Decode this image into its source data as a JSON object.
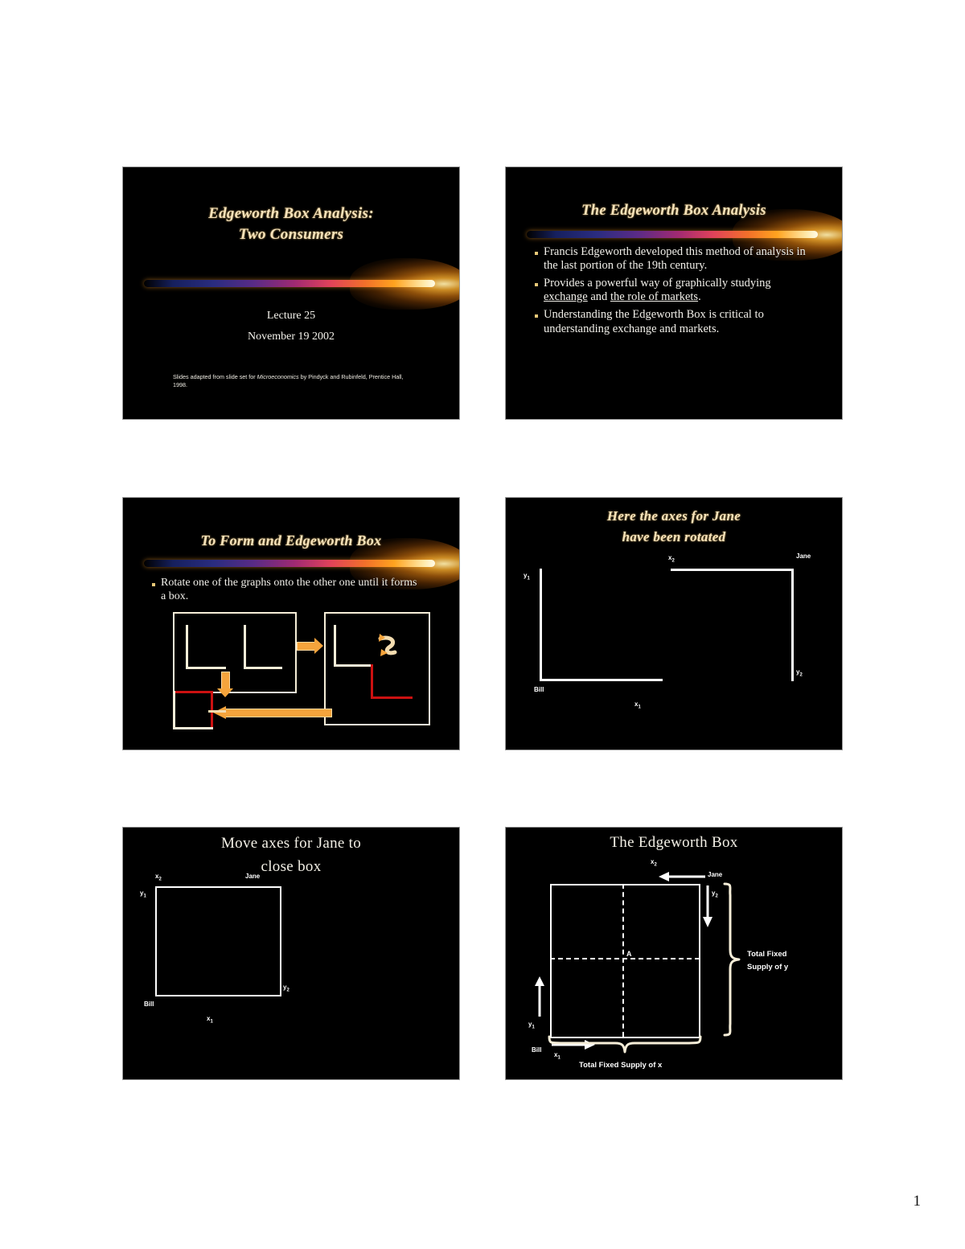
{
  "document": {
    "page_number": "1"
  },
  "slides": [
    {
      "id": "title-slide",
      "title_line1": "Edgeworth Box Analysis:",
      "title_line2": "Two Consumers",
      "lecture": "Lecture 25",
      "date": "November 19 2002",
      "credit_pre": "Slides adapted from slide set for ",
      "credit_italic": "Microeconomics",
      "credit_post": " by Pindyck and Rubinfeld, Prentice Hall, 1998."
    },
    {
      "id": "edgeworth-box-analysis",
      "title": "The Edgeworth Box Analysis",
      "bullets": [
        {
          "text": "Francis Edgeworth developed this method of analysis in the last portion of the 19th century."
        },
        {
          "pre": "Provides a powerful way of graphically studying ",
          "u1": "exchange",
          "mid": " and ",
          "u2": "the role of markets",
          "post": "."
        },
        {
          "text": "Understanding the Edgeworth Box is critical to understanding exchange and markets."
        }
      ]
    },
    {
      "id": "to-form-edgeworth-box",
      "title": "To Form and Edgeworth Box",
      "bullets": [
        {
          "text": "Rotate one of the graphs onto the other one until it forms a box."
        }
      ]
    },
    {
      "id": "axes-rotated",
      "title_line1": "Here the axes for Jane",
      "title_line2": "have been rotated",
      "labels": {
        "y1": "y",
        "y1sub": "1",
        "x1": "x",
        "x1sub": "1",
        "x2": "x",
        "x2sub": "2",
        "y2": "y",
        "y2sub": "2",
        "bill": "Bill",
        "jane": "Jane"
      }
    },
    {
      "id": "move-axes-close-box",
      "title_line1": "Move axes for Jane to",
      "title_line2": "close box",
      "labels": {
        "y1": "y",
        "y1sub": "1",
        "x1": "x",
        "x1sub": "1",
        "x2": "x",
        "x2sub": "2",
        "y2": "y",
        "y2sub": "2",
        "bill": "Bill",
        "jane": "Jane"
      }
    },
    {
      "id": "the-edgeworth-box",
      "title": "The Edgeworth Box",
      "labels": {
        "y1": "y",
        "y1sub": "1",
        "x1": "x",
        "x1sub": "1",
        "x2": "x",
        "x2sub": "2",
        "y2": "y",
        "y2sub": "2",
        "bill": "Bill",
        "jane": "Jane",
        "point_a": "A",
        "supply_y_line1": "Total Fixed",
        "supply_y_line2": "Supply of  y",
        "supply_x": "Total Fixed Supply of x"
      }
    }
  ],
  "colors": {
    "slide_bg": "#000000",
    "title_gold": "#f7e3bb",
    "body_text": "#f2f0ea",
    "bullet_marker": "#e8c878",
    "line_cream": "#f6eed8",
    "line_white": "#ffffff",
    "line_red": "#cc1111",
    "arrow_orange": "#f5a43c",
    "page_bg": "#ffffff"
  }
}
